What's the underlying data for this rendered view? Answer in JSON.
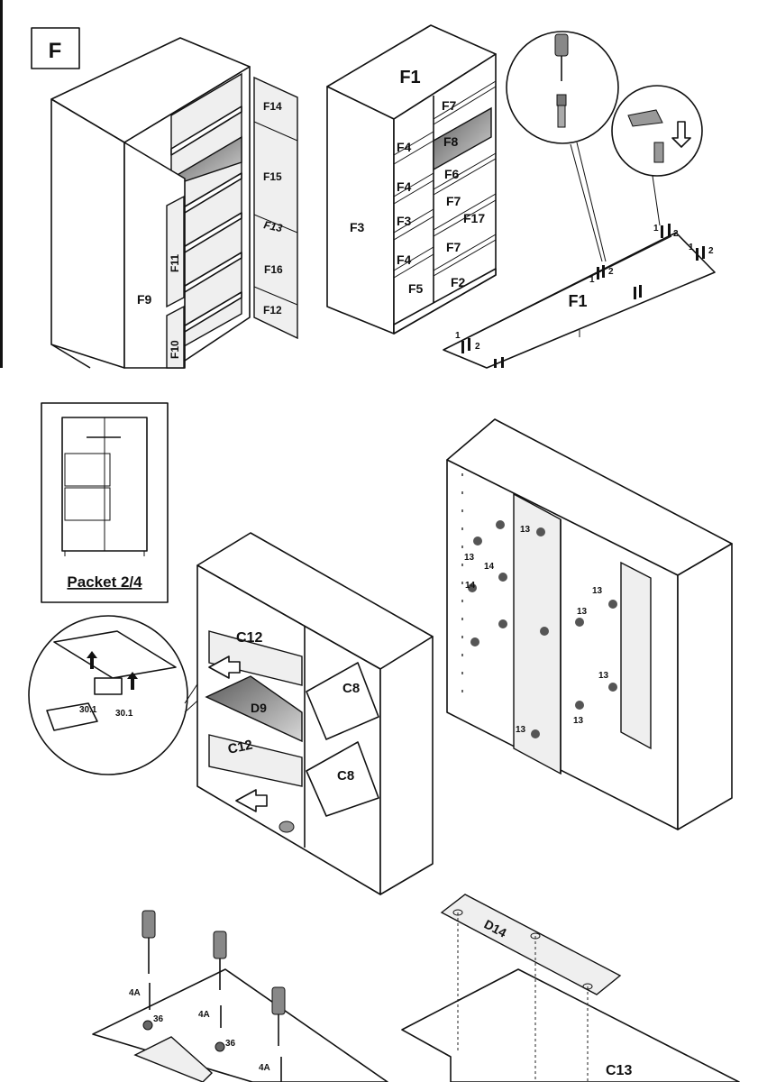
{
  "step_label": "F",
  "wardrobe": {
    "door_parts": [
      "F14",
      "F15",
      "F13",
      "F16",
      "F12"
    ],
    "door_side_parts": [
      "F11",
      "F10"
    ],
    "front_part": "F9"
  },
  "cabinet": {
    "top": "F1",
    "side": "F3",
    "left_column": [
      "F4",
      "F4",
      "F3",
      "F4",
      "F5"
    ],
    "right_column": [
      "F7",
      "F8",
      "F6",
      "F7",
      "F17",
      "F7",
      "F2"
    ]
  },
  "floor_panel": {
    "label": "F1",
    "fitting_numbers": [
      "1",
      "2"
    ]
  },
  "packet": {
    "label": "Packet 2/4"
  },
  "detail_hinge": {
    "numbers": [
      "30.1",
      "30.1"
    ]
  },
  "shelf_cabinet": {
    "parts": [
      "C12",
      "D9",
      "C12",
      "C8",
      "C8"
    ]
  },
  "back_cabinet": {
    "numbers": [
      "13",
      "13",
      "14",
      "14",
      "13",
      "13",
      "13",
      "13",
      "13"
    ]
  },
  "screws": {
    "labels": [
      "4A",
      "36",
      "4A",
      "36",
      "4A"
    ]
  },
  "plate": {
    "top": "D14",
    "base": "C13"
  }
}
